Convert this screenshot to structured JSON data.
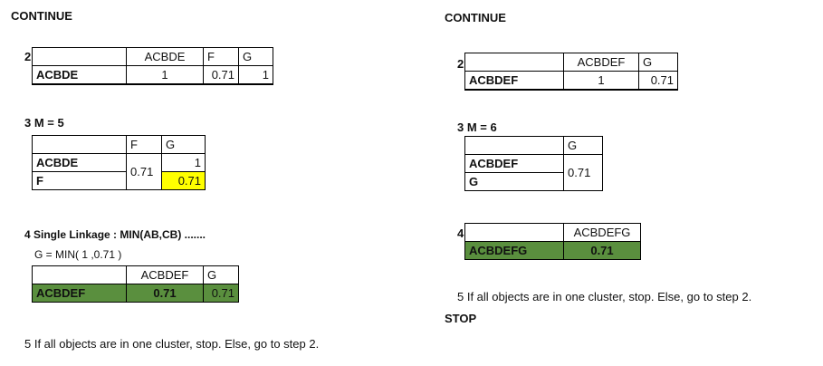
{
  "left": {
    "heading": "CONTINUE",
    "step2": {
      "num": "2",
      "cols": [
        "ACBDE",
        "F",
        "G"
      ],
      "row_label": "ACBDE",
      "row_vals": [
        "1",
        "0.71",
        "1"
      ]
    },
    "step3": {
      "label": "3  M = 5",
      "cols": [
        "F",
        "G"
      ],
      "rows": [
        "ACBDE",
        "F"
      ],
      "merged_val": "0.71",
      "g_vals": [
        "1",
        "0.71"
      ]
    },
    "step4": {
      "label": "4  Single Linkage : MIN(AB,CB) .......",
      "formula": "G = MIN( 1 ,0.71 )",
      "cols": [
        "ACBDEF",
        "G"
      ],
      "row_label": "ACBDEF",
      "row_vals": [
        "0.71",
        "0.71"
      ]
    },
    "step5": "5  If all objects are in one cluster, stop. Else, go to step 2."
  },
  "right": {
    "heading": "CONTINUE",
    "step2": {
      "num": "2",
      "cols": [
        "ACBDEF",
        "G"
      ],
      "row_label": "ACBDEF",
      "row_vals": [
        "1",
        "0.71"
      ]
    },
    "step3": {
      "label": "3  M = 6",
      "col": "G",
      "rows": [
        "ACBDEF",
        "G"
      ],
      "merged_val": "0.71"
    },
    "step4": {
      "num": "4",
      "col": "ACBDEFG",
      "row_label": "ACBDEFG",
      "row_val": "0.71"
    },
    "step5": "5  If all objects are in one cluster, stop. Else, go to step 2.",
    "stop": "STOP"
  },
  "colors": {
    "green": "#5a8f3e",
    "yellow": "#ffff00"
  }
}
